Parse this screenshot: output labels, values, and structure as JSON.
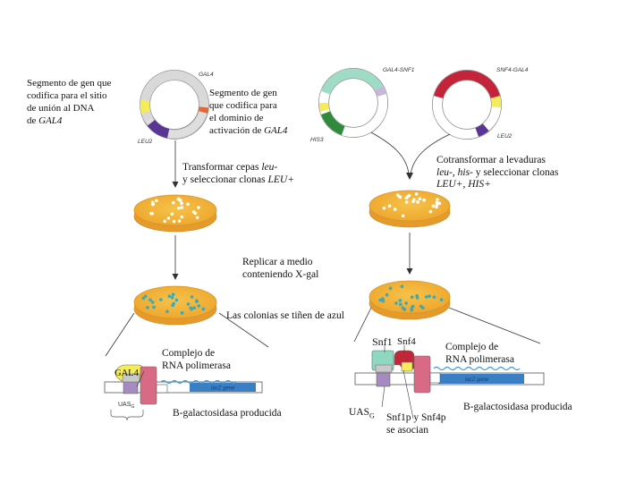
{
  "left": {
    "dbd_note": [
      "Segmento de gen que",
      "codifica para el sitio",
      "de unión al DNA",
      "de "
    ],
    "dbd_note_italic": "GAL4",
    "ad_note": [
      "Segmento de gen",
      "que codifica para",
      "el dominio de",
      "activación de "
    ],
    "ad_note_italic": "GAL4",
    "plasmid_label_top": "GAL4",
    "plasmid_label_bottom": "LEU2",
    "transform": {
      "line1_pre": "Transformar cepas ",
      "line1_it": "leu-",
      "line2_pre": "y seleccionar clonas ",
      "line2_it": "LEU+"
    },
    "complex": [
      "Complejo de",
      "RNA polimerasa"
    ],
    "gal4_label": "GAL4",
    "uas_label": "UAS",
    "uas_sub": "G",
    "lacz_label": "lacZ gene",
    "product": "B-galactosidasa producida"
  },
  "middle": {
    "replicate": [
      "Replicar a medio",
      "conteniendo X-gal"
    ],
    "blue": "Las colonias se tiñen de azul"
  },
  "right": {
    "plasmid1_top": "GAL4-SNF1",
    "plasmid1_bottom": "HIS3",
    "plasmid2_top": "SNF4-GAL4",
    "plasmid2_bottom": "LEU2",
    "cotransform": {
      "line1": "Cotransformar a levaduras",
      "line2_it1": "leu-",
      "line2_mid": ", ",
      "line2_it2": "his-",
      "line2_post": " y seleccionar clonas",
      "line3_it": "LEU+, HIS+"
    },
    "snf1": "Snf1",
    "snf4": "Snf4",
    "complex": [
      "Complejo de",
      "RNA polimerasa"
    ],
    "uas_label": "UAS",
    "uas_sub": "G",
    "lacz_label": "lacZ gene",
    "product": "B-galactosidasa producida",
    "associate": [
      "Snf1p y Snf4p",
      "se asocian"
    ]
  },
  "colors": {
    "plate_fill": "#f2b535",
    "plate_rim": "#e59a2a",
    "agar_side": "#f7c250",
    "colony_white": "#ffffff",
    "colony_blue": "#3aa9b8",
    "lacz": "#3a7fc4",
    "polymerase": "#d96a86",
    "uas": "#a58bc0",
    "snf1": "#8ed8c2",
    "snf4": "#c0283a",
    "gal4_ad_yellow": "#f4ec5a",
    "plasmid_gray": "#d9d9d9",
    "plasmid_orange": "#e0683a",
    "plasmid_purple": "#5a3596",
    "plasmid_green": "#2f8a3b",
    "plasmid_teal": "#9fdcc6",
    "plasmid_crimson": "#c4243a",
    "plasmid_lilac": "#c6b8dc"
  }
}
